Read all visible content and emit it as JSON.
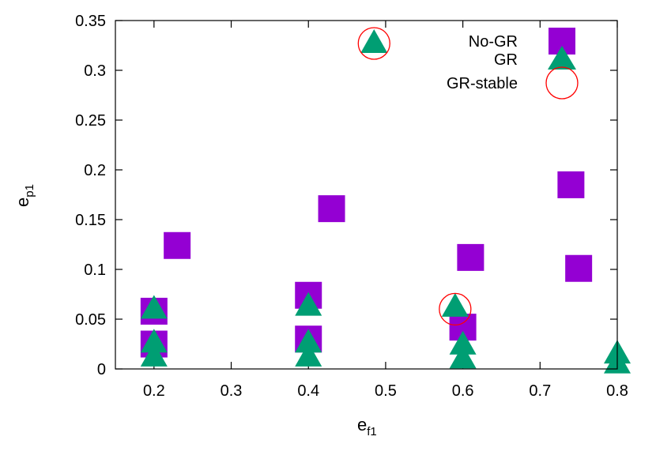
{
  "chart_data": {
    "type": "scatter",
    "xlabel": {
      "base": "e",
      "sub": "f1"
    },
    "ylabel": {
      "base": "e",
      "sub": "p1"
    },
    "xlim": [
      0.15,
      0.8
    ],
    "ylim": [
      0,
      0.35
    ],
    "xticks": [
      "0.2",
      "0.3",
      "0.4",
      "0.5",
      "0.6",
      "0.7",
      "0.8"
    ],
    "xtick_values": [
      0.2,
      0.3,
      0.4,
      0.5,
      0.6,
      0.7,
      0.8
    ],
    "yticks": [
      "0",
      "0.05",
      "0.1",
      "0.15",
      "0.2",
      "0.25",
      "0.3",
      "0.35"
    ],
    "ytick_values": [
      0,
      0.05,
      0.1,
      0.15,
      0.2,
      0.25,
      0.3,
      0.35
    ],
    "grid": false,
    "legend_position": "top-right",
    "series": [
      {
        "name": "No-GR",
        "marker": "square",
        "color": "#9400d3",
        "points": [
          [
            0.2,
            0.058
          ],
          [
            0.2,
            0.025
          ],
          [
            0.23,
            0.124
          ],
          [
            0.4,
            0.074
          ],
          [
            0.4,
            0.03
          ],
          [
            0.43,
            0.161
          ],
          [
            0.6,
            0.042
          ],
          [
            0.61,
            0.112
          ],
          [
            0.74,
            0.185
          ],
          [
            0.75,
            0.101
          ]
        ]
      },
      {
        "name": "GR",
        "marker": "triangle",
        "color": "#009e73",
        "points": [
          [
            0.2,
            0.06
          ],
          [
            0.2,
            0.026
          ],
          [
            0.2,
            0.012
          ],
          [
            0.4,
            0.063
          ],
          [
            0.4,
            0.026
          ],
          [
            0.4,
            0.012
          ],
          [
            0.485,
            0.327
          ],
          [
            0.59,
            0.062
          ],
          [
            0.6,
            0.024
          ],
          [
            0.6,
            0.01
          ],
          [
            0.8,
            0.015
          ],
          [
            0.8,
            0.005
          ]
        ]
      },
      {
        "name": "GR-stable",
        "marker": "circle-open",
        "color": "#ff0000",
        "points": [
          [
            0.485,
            0.327
          ],
          [
            0.59,
            0.06
          ]
        ]
      }
    ]
  }
}
